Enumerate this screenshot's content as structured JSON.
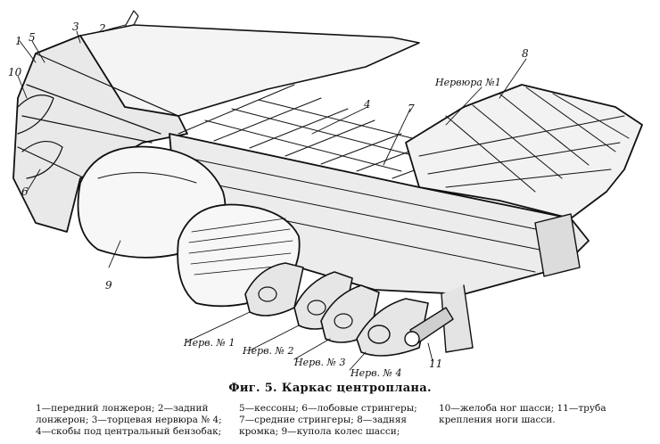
{
  "callouts": {
    "n1": "1",
    "n2": "2",
    "n3": "3",
    "n4": "4",
    "n5": "5",
    "n6": "6",
    "n7": "7",
    "n8": "8",
    "n9": "9",
    "n10": "10",
    "n11": "11",
    "rib_no1_top": "Нервюра №1",
    "rib1": "Нерв. № 1",
    "rib2": "Нерв. № 2",
    "rib3": "Нерв. № 3",
    "rib4": "Нерв. № 4"
  },
  "caption": "Фиг. 5. Каркас центроплана.",
  "legend": {
    "col1": [
      "1—передний лонжерон; 2—задний",
      "лонжерон; 3—торцевая нервюра № 4;",
      "4—скобы под центральный бензобак;"
    ],
    "col2": [
      "5—кессоны; 6—лобовые стрингеры;",
      "7—средние стрингеры; 8—задняя",
      "кромка; 9—купола колес шасси;"
    ],
    "col3": [
      "10—желоба ног шасси; 11—труба",
      "крепления ноги шасси."
    ]
  }
}
